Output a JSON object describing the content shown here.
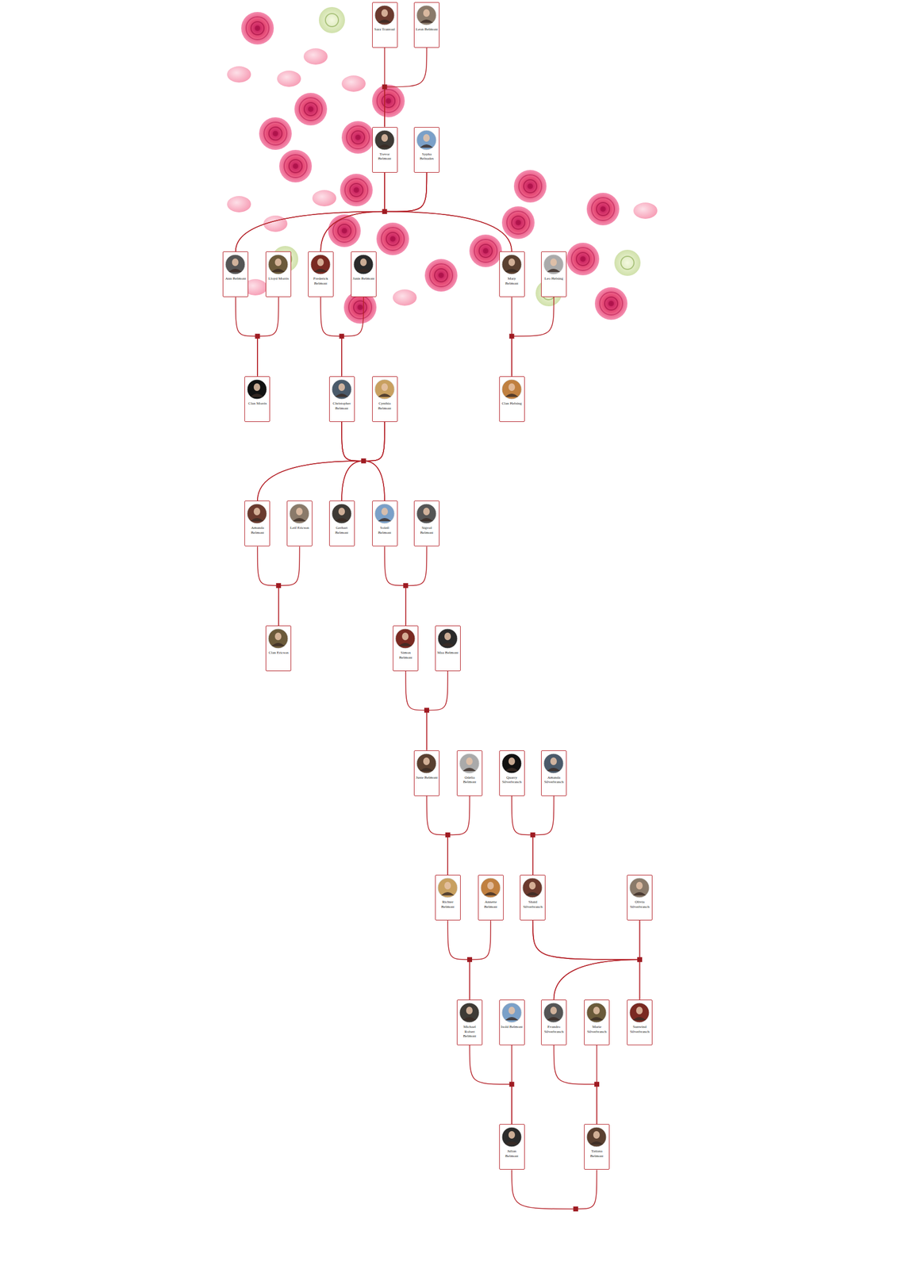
{
  "diagram": {
    "nodes": [
      {
        "text": [
          "Sara Trantoul"
        ]
      },
      {
        "text": [
          "Leon Belmont"
        ]
      },
      {
        "text": [
          "Trevor Belmont"
        ]
      },
      {
        "text": [
          "Sypha Belnades"
        ]
      },
      {
        "text": [
          "Ann Belmont"
        ]
      },
      {
        "text": [
          "Lloyd Morris"
        ]
      },
      {
        "text": [
          "Frederick Belmont"
        ]
      },
      {
        "text": [
          "Janis Belmont"
        ]
      },
      {
        "text": [
          "Mary Belmont"
        ]
      },
      {
        "text": [
          "Leo Helsing"
        ]
      },
      {
        "text": [
          "Clan Morris"
        ]
      },
      {
        "text": [
          "Christopher Belmont"
        ]
      },
      {
        "text": [
          "Cynthia Belmont"
        ]
      },
      {
        "text": [
          "Clan Helsing"
        ]
      },
      {
        "text": [
          "Amanda Belmont"
        ]
      },
      {
        "text": [
          "Leif Ericson"
        ]
      },
      {
        "text": [
          "Gerhart Belmont"
        ]
      },
      {
        "text": [
          "Soleil Belmont"
        ]
      },
      {
        "text": [
          "Sigrod Belmont"
        ]
      },
      {
        "text": [
          "Clan Ericson"
        ]
      },
      {
        "text": [
          "Simon Belmont"
        ]
      },
      {
        "text": [
          "Maa Belmont"
        ]
      },
      {
        "text": [
          "Juste Belmont"
        ]
      },
      {
        "text": [
          "Odelia Belmont"
        ]
      },
      {
        "text": [
          "Quarry Silverbranch"
        ]
      },
      {
        "text": [
          "Amanda Silverbranch"
        ]
      },
      {
        "text": [
          "Richter Belmont"
        ]
      },
      {
        "text": [
          "Annette Belmont"
        ]
      },
      {
        "text": [
          "Shaid Silverbranch"
        ]
      },
      {
        "text": [
          "Olivia Silverbranch"
        ]
      },
      {
        "text": [
          "Michael Robert Belmont"
        ]
      },
      {
        "text": [
          "Isold Belmont"
        ]
      },
      {
        "text": [
          "Evandro Silverbranch"
        ]
      },
      {
        "text": [
          "Marie Silverbranch"
        ]
      },
      {
        "text": [
          "Sunwind Silverbranch"
        ]
      },
      {
        "text": [
          "Julian Belmont"
        ]
      },
      {
        "text": [
          "Tatiana Belmont"
        ]
      }
    ],
    "edges": [
      {
        "from": 0,
        "to": 2,
        "arrow": "none"
      },
      {
        "from": 1,
        "to": 2,
        "arrow": "none"
      },
      {
        "from": 2,
        "to": 4,
        "arrow": "none"
      },
      {
        "from": 2,
        "to": 6,
        "arrow": "none"
      },
      {
        "from": 2,
        "to": 8,
        "arrow": "none"
      },
      {
        "from": 3,
        "to": 4,
        "arrow": "none"
      },
      {
        "from": 3,
        "to": 6,
        "arrow": "none"
      },
      {
        "from": 3,
        "to": 8,
        "arrow": "none"
      },
      {
        "from": 4,
        "to": 10,
        "arrow": "none"
      },
      {
        "from": 5,
        "to": 10,
        "arrow": "none"
      },
      {
        "from": 6,
        "to": 11,
        "arrow": "none"
      },
      {
        "from": 7,
        "to": 11,
        "arrow": "none"
      },
      {
        "from": 8,
        "to": 13,
        "arrow": "none"
      },
      {
        "from": 9,
        "to": 13,
        "arrow": "none"
      },
      {
        "from": 11,
        "to": 14,
        "arrow": "none"
      },
      {
        "from": 11,
        "to": 16,
        "arrow": "none"
      },
      {
        "from": 11,
        "to": 17,
        "arrow": "none"
      },
      {
        "from": 12,
        "to": 14,
        "arrow": "none"
      },
      {
        "from": 12,
        "to": 16,
        "arrow": "none"
      },
      {
        "from": 12,
        "to": 17,
        "arrow": "none"
      },
      {
        "from": 14,
        "to": 19,
        "arrow": "none"
      },
      {
        "from": 15,
        "to": 19,
        "arrow": "none"
      },
      {
        "from": 17,
        "to": 20,
        "arrow": "none"
      },
      {
        "from": 18,
        "to": 20,
        "arrow": "none"
      },
      {
        "from": 20,
        "to": 22,
        "arrow": "none"
      },
      {
        "from": 21,
        "to": 22,
        "arrow": "none"
      },
      {
        "from": 22,
        "to": 26,
        "arrow": "none"
      },
      {
        "from": 23,
        "to": 26,
        "arrow": "none"
      },
      {
        "from": 24,
        "to": 28,
        "arrow": "none"
      },
      {
        "from": 25,
        "to": 28,
        "arrow": "none"
      },
      {
        "from": 26,
        "to": 30,
        "arrow": "none"
      },
      {
        "from": 27,
        "to": 30,
        "arrow": "none"
      },
      {
        "from": 28,
        "to": 32,
        "arrow": "none"
      },
      {
        "from": 28,
        "to": 34,
        "arrow": "none"
      },
      {
        "from": 29,
        "to": 32,
        "arrow": "none"
      },
      {
        "from": 29,
        "to": 34,
        "arrow": "none"
      },
      {
        "from": 30,
        "to": 35,
        "arrow": "none"
      },
      {
        "from": 31,
        "to": 35,
        "arrow": "none"
      },
      {
        "from": 32,
        "to": 36,
        "arrow": "none"
      },
      {
        "from": 33,
        "to": 36,
        "arrow": "none"
      },
      {
        "from": 35,
        "to": 36,
        "arrow": "none"
      }
    ]
  }
}
